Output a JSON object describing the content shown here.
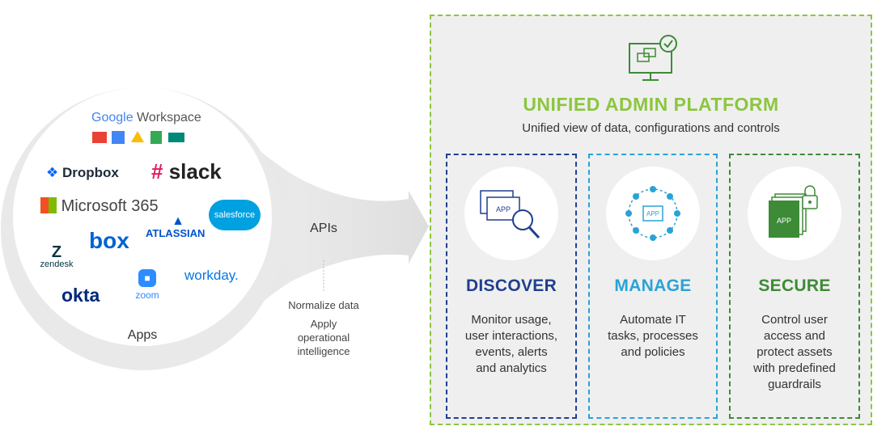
{
  "apps": {
    "label": "Apps",
    "logos": {
      "google_part1": "Google",
      "google_part2": "Workspace",
      "dropbox": "Dropbox",
      "slack": "slack",
      "microsoft": "Microsoft 365",
      "salesforce": "salesforce",
      "box": "box",
      "atlassian": "ATLASSIAN",
      "zendesk": "zendesk",
      "workday": "workday.",
      "okta": "okta",
      "zoom": "zoom"
    }
  },
  "connector": {
    "apis": "APIs",
    "normalize": "Normalize data",
    "apply": "Apply\noperational\nintelligence"
  },
  "platform": {
    "title": "UNIFIED ADMIN PLATFORM",
    "subtitle": "Unified view of data, configurations and controls",
    "title_color": "#8cc63f",
    "columns": [
      {
        "title": "DISCOVER",
        "desc": "Monitor usage,\nuser interactions,\nevents, alerts\nand analytics",
        "color": "#1f3f8f",
        "icon_label": "APP"
      },
      {
        "title": "MANAGE",
        "desc": "Automate IT\ntasks, processes\nand policies",
        "color": "#29a3d6",
        "icon_label": "APP"
      },
      {
        "title": "SECURE",
        "desc": "Control user\naccess and\nprotect assets\nwith predefined\nguardrails",
        "color": "#3d8b37",
        "icon_label": "APP"
      }
    ]
  }
}
